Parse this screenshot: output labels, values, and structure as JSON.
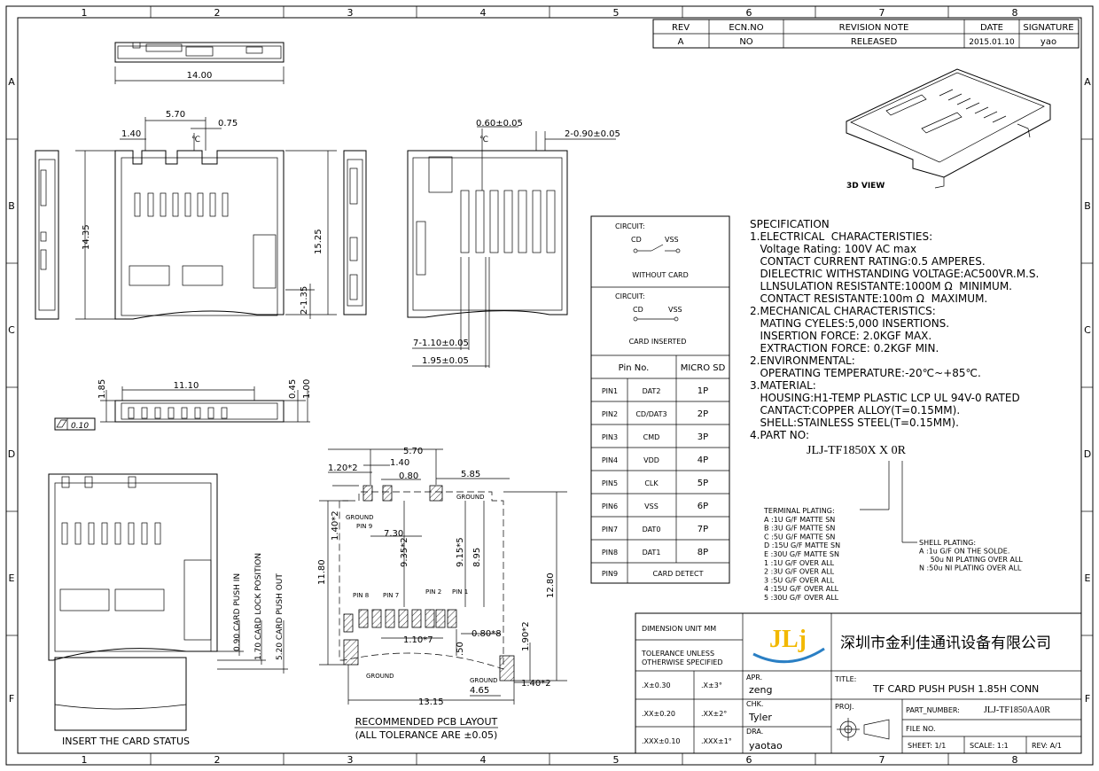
{
  "border": {
    "cols": [
      "1",
      "2",
      "3",
      "4",
      "5",
      "6",
      "7",
      "8"
    ],
    "rows": [
      "A",
      "B",
      "C",
      "D",
      "E",
      "F"
    ]
  },
  "revision": {
    "headers": [
      "REV",
      "ECN.NO",
      "REVISION NOTE",
      "DATE",
      "SIGNATURE"
    ],
    "row": [
      "A",
      "NO",
      "RELEASED",
      "2015.01.10",
      "yao"
    ]
  },
  "dims": {
    "top_width": "14.00",
    "d570": "5.70",
    "d075": "0.75",
    "d140": "1.40",
    "cl": "℃",
    "d1435": "14.35",
    "d1525": "15.25",
    "d2135": "2-1.35",
    "d060": "0.60±0.05",
    "d2090": "2-0.90±0.05",
    "d7110": "7-1.10±0.05",
    "d195": "1.95±0.05",
    "d1110": "11.10",
    "d185": "1.85",
    "d045": "0.45",
    "d100": "1.00",
    "flat": "0.10",
    "pcb_570": "5.70",
    "pcb_120": "1.20*2",
    "pcb_140": "1.40",
    "pcb_080": "0.80",
    "pcb_585": "5.85",
    "pcb_140x2": "1.40*2",
    "pcb_730": "7.30",
    "pcb_935": "9.35*2",
    "pcb_895": "8.95",
    "pcb_915": "9.15*5",
    "pcb_1180": "11.80",
    "pcb_1280": "12.80",
    "pcb_110x7": "1.10*7",
    "pcb_080x8": "0.80*8",
    "pcb_190": "1.90*2",
    "pcb_150": ".50",
    "pcb_465": "4.65",
    "pcb_140b": "1.40*2",
    "pcb_1315": "13.15",
    "push_in": "0.90 CARD PUSH IN",
    "lock": "1.70 CARD LOCK POSITION",
    "push_out": "5.20 CARD PUSH OUT"
  },
  "labels": {
    "ground": "GROUND",
    "pin9": "PIN 9",
    "pin8": "PIN 8",
    "pin7": "PIN 7",
    "pin2": "PIN 2",
    "pin1": "PIN 1",
    "pcb_title": "RECOMMENDED PCB LAYOUT",
    "pcb_tol": "(ALL TOLERANCE ARE ±0.05)",
    "insert": "INSERT THE CARD STATUS",
    "view3d": "3D VIEW"
  },
  "circuit": {
    "c1_label": "CIRCUIT:",
    "cd": "CD",
    "vss": "VSS",
    "without": "WITHOUT CARD",
    "c2_label": "CIRCUIT:",
    "inserted": "CARD INSERTED"
  },
  "pins": {
    "header": [
      "Pin No.",
      "MICRO SD"
    ],
    "rows": [
      [
        "PIN1",
        "DAT2",
        "1P"
      ],
      [
        "PIN2",
        "CD/DAT3",
        "2P"
      ],
      [
        "PIN3",
        "CMD",
        "3P"
      ],
      [
        "PIN4",
        "VDD",
        "4P"
      ],
      [
        "PIN5",
        "CLK",
        "5P"
      ],
      [
        "PIN6",
        "VSS",
        "6P"
      ],
      [
        "PIN7",
        "DAT0",
        "7P"
      ],
      [
        "PIN8",
        "DAT1",
        "8P"
      ]
    ],
    "last": [
      "PIN9",
      "CARD DETECT"
    ]
  },
  "spec": {
    "lines": [
      "SPECIFICATION",
      "1.ELECTRICAL  CHARACTERISTIES:",
      "   Voltage Rating: 100V AC max",
      "   CONTACT CURRENT RATING:0.5 AMPERES.",
      "   DIELECTRIC WITHSTANDING VOLTAGE:AC500VR.M.S.",
      "   LLNSULATION RESISTANTE:1000M Ω  MINIMUM.",
      "   CONTACT RESISTANTE:100m Ω  MAXIMUM.",
      "2.MECHANICAL CHARACTERISTICS:",
      "   MATING CYELES:5,000 INSERTIONS.",
      "   INSERTION FORCE: 2.0KGF MAX.",
      "   EXTRACTION FORCE: 0.2KGF MIN.",
      "2.ENVIRONMENTAL:",
      "   OPERATING TEMPERATURE:-20℃~+85℃.",
      "3.MATERIAL:",
      "   HOUSING:H1-TEMP PLASTIC LCP UL 94V-0 RATED",
      "   CANTACT:COPPER ALLOY(T=0.15MM).",
      "   SHELL:STAINLESS STEEL(T=0.15MM).",
      "4.PART NO:"
    ],
    "part_no": "JLJ-TF1850X  X  0R",
    "terminal": [
      "TERMINAL PLATING:",
      "A :1U G/F MATTE SN",
      "B :3U G/F MATTE SN",
      "C :5U G/F MATTE SN",
      "D :15U G/F MATTE SN",
      "E :30U G/F MATTE SN",
      "1 :1U G/F OVER ALL",
      "2 :3U G/F OVER ALL",
      "3 :5U G/F OVER ALL",
      "4 :15U G/F OVER ALL",
      "5 :30U G/F OVER ALL"
    ],
    "shell": [
      "SHELL PLATING:",
      "A :1u G/F ON THE SOLDE.",
      "     50u NI PLATING OVER ALL",
      "N :50u NI PLATING OVER ALL"
    ]
  },
  "title_block": {
    "dim_unit": "DIMENSION UNIT MM",
    "tol1": "TOLERANCE UNLESS",
    "tol2": "OTHERWISE SPECIFIED",
    "x1": ".X±0.30",
    "a1": ".X±3°",
    "x2": ".XX±0.20",
    "a2": ".XX±2°",
    "x3": ".XXX±0.10",
    "a3": ".XXX±1°",
    "logo": "JLj",
    "company": "深圳市金利佳通讯设备有限公司",
    "apr": "APR.",
    "apr_v": "zeng",
    "chk": "CHK.",
    "chk_v": "Tyler",
    "dra": "DRA.",
    "dra_v": "yaotao",
    "title_l": "TITLE:",
    "title_v": "TF CARD PUSH PUSH 1.85H CONN",
    "proj": "PROJ.",
    "pn_l": "PART_NUMBER:",
    "pn_v": "JLJ-TF1850AA0R",
    "file": "FILE NO.",
    "sheet": "SHEET: 1/1",
    "scale": "SCALE: 1:1",
    "rev": "REV: A/1"
  }
}
